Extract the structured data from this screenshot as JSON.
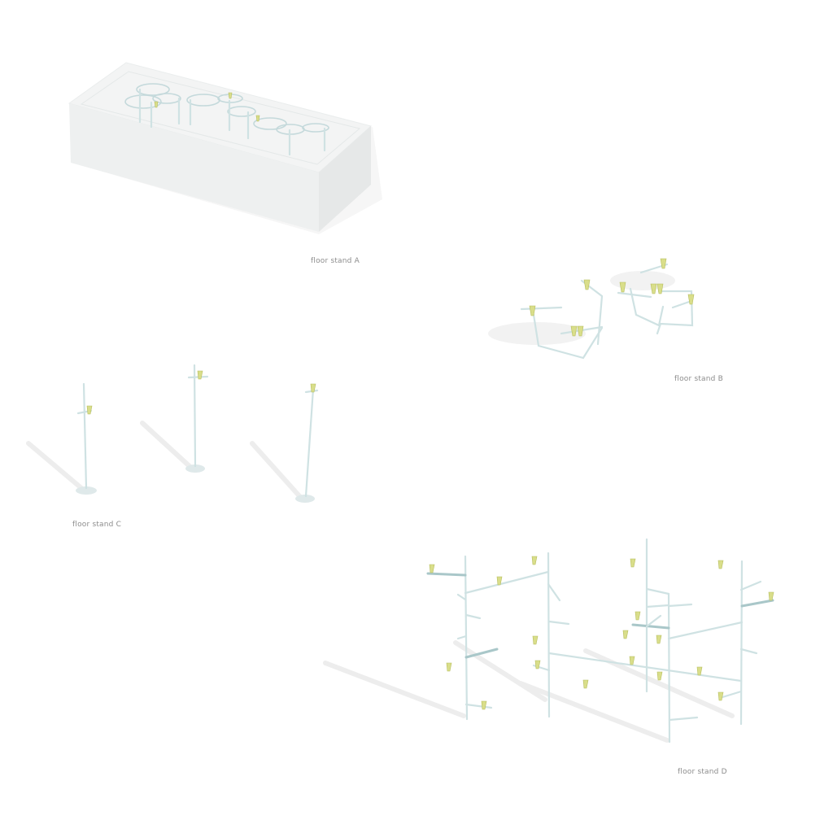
{
  "stands": [
    {
      "id": "A",
      "caption": "floor stand A"
    },
    {
      "id": "B",
      "caption": "floor stand B"
    },
    {
      "id": "C",
      "caption": "floor stand C"
    },
    {
      "id": "D",
      "caption": "floor stand D"
    }
  ],
  "colors": {
    "rod": "#cfe2e3",
    "flower": "#d9de8a",
    "plinth_top": "#f3f4f4",
    "plinth_front": "#eef0f0",
    "plinth_side": "#e6e8e8",
    "caption_text": "#8c8c8c"
  }
}
